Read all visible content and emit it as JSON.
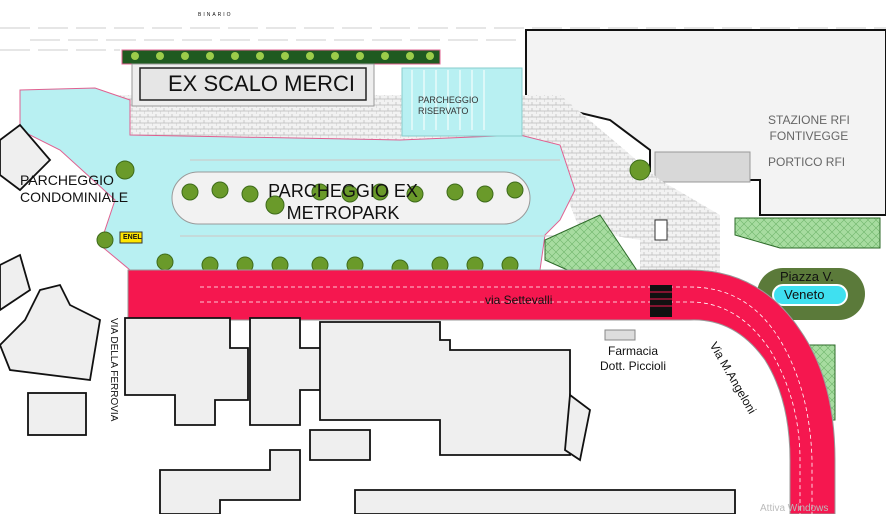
{
  "labels": {
    "binario": "BINARIO",
    "scalo_merci": "EX SCALO MERCI",
    "parcheggio_riservato": [
      "PARCHEGGIO",
      "RISERVATO"
    ],
    "stazione": [
      "STAZIONE RFI",
      "FONTIVEGGE"
    ],
    "portico": "PORTICO RFI",
    "condominiale": [
      "PARCHEGGIO",
      "CONDOMINIALE"
    ],
    "metropark": [
      "PARCHEGGIO EX",
      "METROPARK"
    ],
    "enel": "ENEL",
    "settevalli": "via Settevalli",
    "piazza": "Piazza V.",
    "veneto": "Veneto",
    "angeloni": "Via M.Angeloni",
    "farmacia": [
      "Farmacia",
      "Dott. Piccioli"
    ],
    "ferrovia": "VIA DELLA FERROVIA",
    "watermark": "Attiva Windows"
  },
  "colors": {
    "road": "#f5174f",
    "parking": "#b8f0f2",
    "green": "#2e6b2a",
    "grass": "#9fd89a",
    "piazza": "#5b7a3a",
    "fountain": "#3fe0f0",
    "building": "#efefef"
  }
}
